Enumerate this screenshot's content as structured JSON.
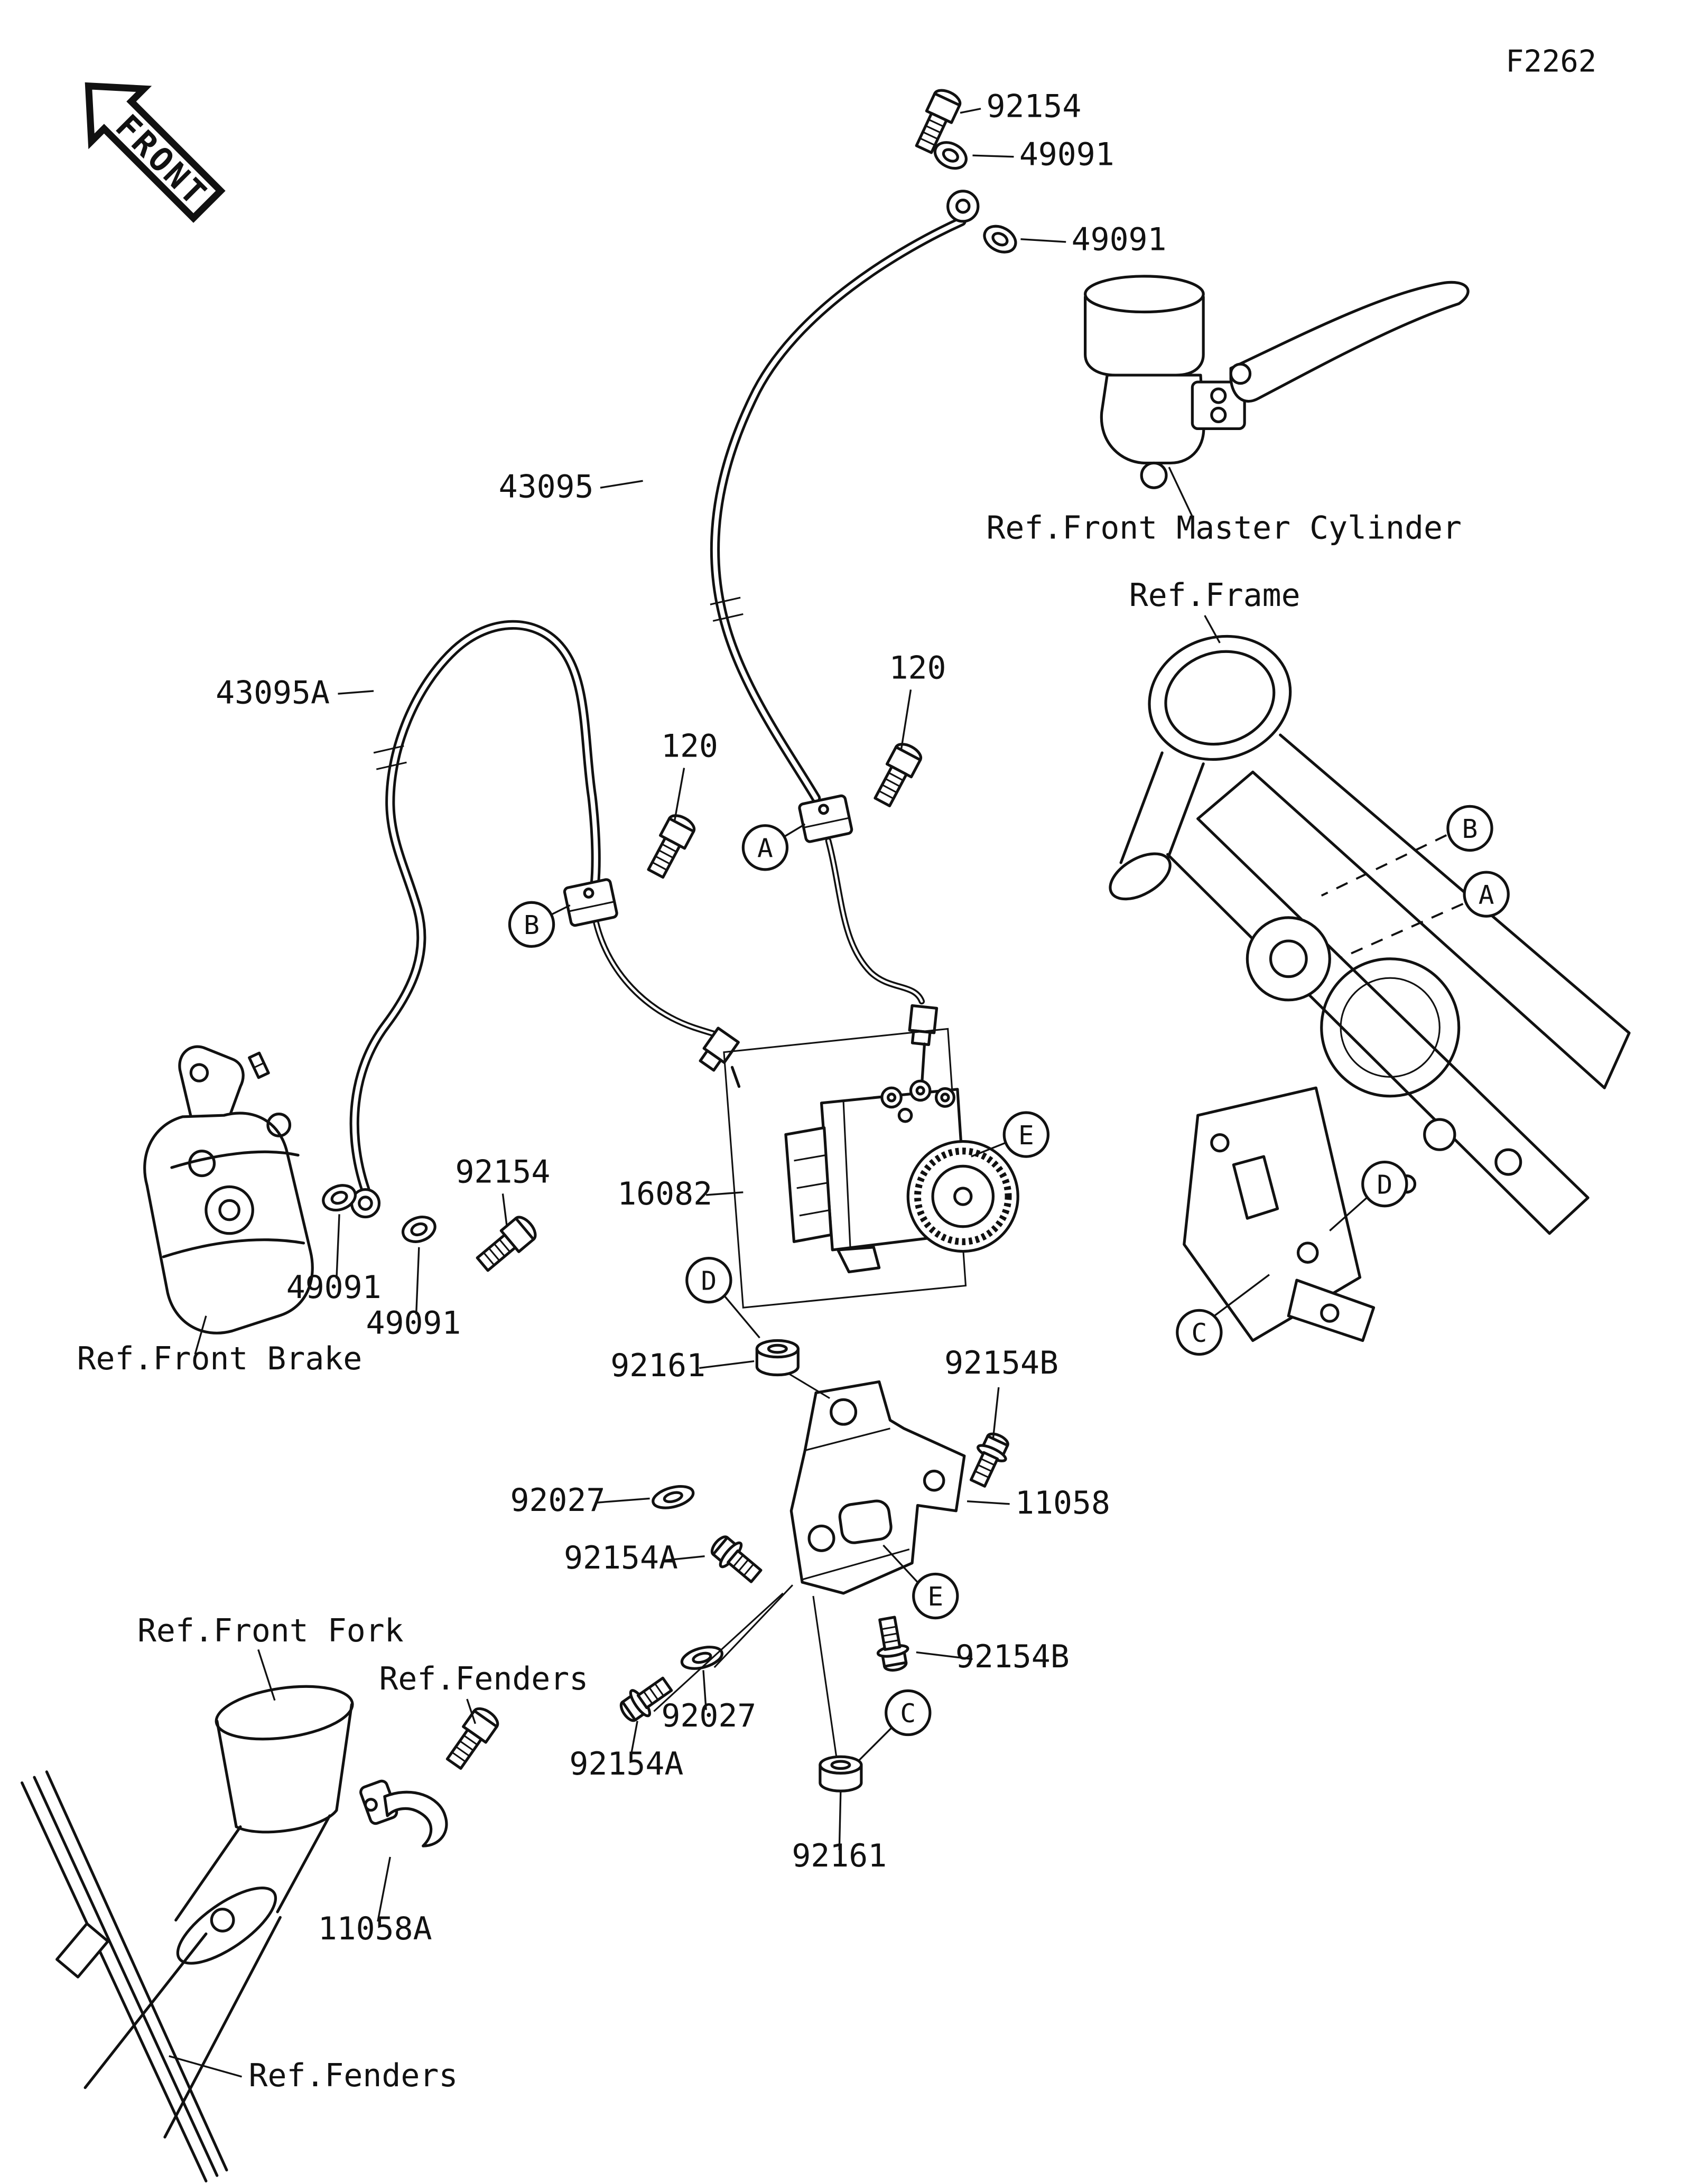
{
  "figure": {
    "code": "F2262",
    "direction_label": "FRONT"
  },
  "parts": {
    "p92154_top": "92154",
    "p49091_1": "49091",
    "p49091_2": "49091",
    "p43095": "43095",
    "p43095a": "43095A",
    "p120_1": "120",
    "p120_2": "120",
    "p16082": "16082",
    "p92154_mid": "92154",
    "p49091_3": "49091",
    "p49091_4": "49091",
    "p92161_1": "92161",
    "p92154b_1": "92154B",
    "p92027_1": "92027",
    "p92154a_1": "92154A",
    "p11058": "11058",
    "p92154b_2": "92154B",
    "p92027_2": "92027",
    "p92154a_2": "92154A",
    "p92161_2": "92161",
    "p11058a": "11058A"
  },
  "references": {
    "master_cylinder": "Ref.Front Master Cylinder",
    "frame": "Ref.Frame",
    "front_brake": "Ref.Front Brake",
    "front_fork": "Ref.Front Fork",
    "fenders_1": "Ref.Fenders",
    "fenders_2": "Ref.Fenders"
  },
  "callouts": {
    "a": "A",
    "b": "B",
    "c": "C",
    "d": "D",
    "e": "E"
  }
}
